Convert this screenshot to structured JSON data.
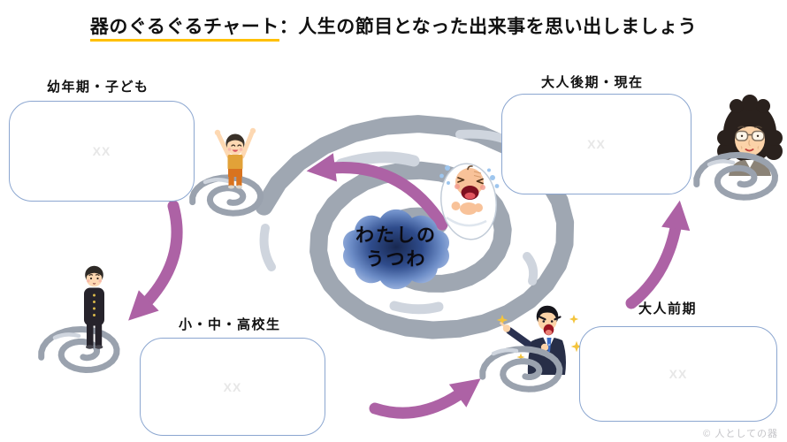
{
  "title": {
    "highlighted": "器のぐるぐるチャート",
    "rest": "：人生の節目となった出来事を思い出しましょう"
  },
  "center_cloud": {
    "line1": "わたしの",
    "line2": "うつわ"
  },
  "center_icon": "crying-baby-icon",
  "stages": [
    {
      "key": "childhood",
      "label": "幼年期・子ども",
      "placeholder": "XX",
      "icon": "cheering-child-icon"
    },
    {
      "key": "school",
      "label": "小・中・高校生",
      "placeholder": "XX",
      "icon": "student-icon"
    },
    {
      "key": "early_adult",
      "label": "大人前期",
      "placeholder": "XX",
      "icon": "businessman-icon"
    },
    {
      "key": "late_adult",
      "label": "大人後期・現在",
      "placeholder": "XX",
      "icon": "older-woman-icon"
    }
  ],
  "footer": {
    "credit": "© 人としての器"
  },
  "colors": {
    "arrow": "#ad62a5",
    "spiral": "#9aa2ae",
    "spiral_light": "#cfd5de",
    "underline": "#ffc000",
    "box_border": "#8ba6d0",
    "placeholder": "#e7e7e7",
    "text": "#111111",
    "credit": "#c4c4c8",
    "cloud_center": "#182850",
    "cloud_mid": "#2f4c8c",
    "cloud_light": "#6d8dc7",
    "cloud_edge": "#aabfe6"
  }
}
